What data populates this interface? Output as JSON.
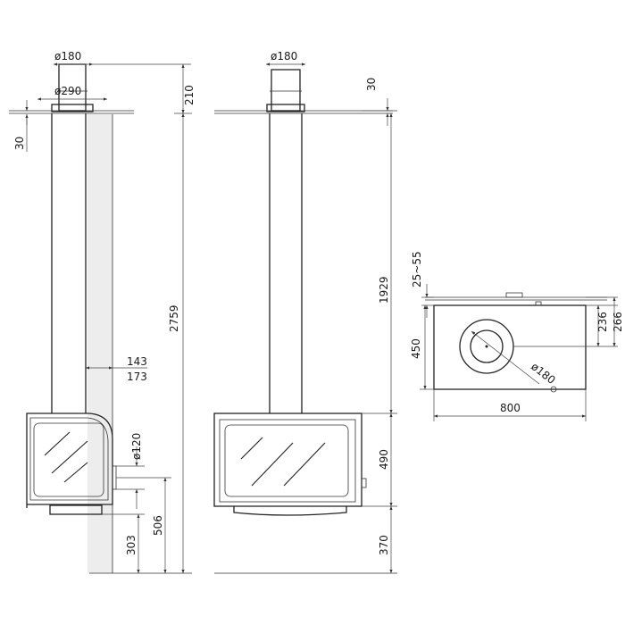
{
  "side_view": {
    "flue_diameter": "ø180",
    "ceiling_plate_diameter": "ø290",
    "ceiling_top_height": "210",
    "ceiling_thickness": "30",
    "total_height": "2759",
    "wall_distance_min": "143",
    "wall_distance_max": "173",
    "outlet_diameter": "ø120",
    "outlet_height": "506",
    "floor_clearance": "303"
  },
  "front_view": {
    "flue_diameter": "ø180",
    "ceiling_thickness": "30",
    "flue_height": "1929",
    "body_height": "490",
    "floor_clearance": "370"
  },
  "top_view": {
    "wall_gap": "25~55",
    "depth_total": "266",
    "flue_center_depth": "236",
    "width_450": "450",
    "flue_diameter": "ø180",
    "width": "800"
  }
}
